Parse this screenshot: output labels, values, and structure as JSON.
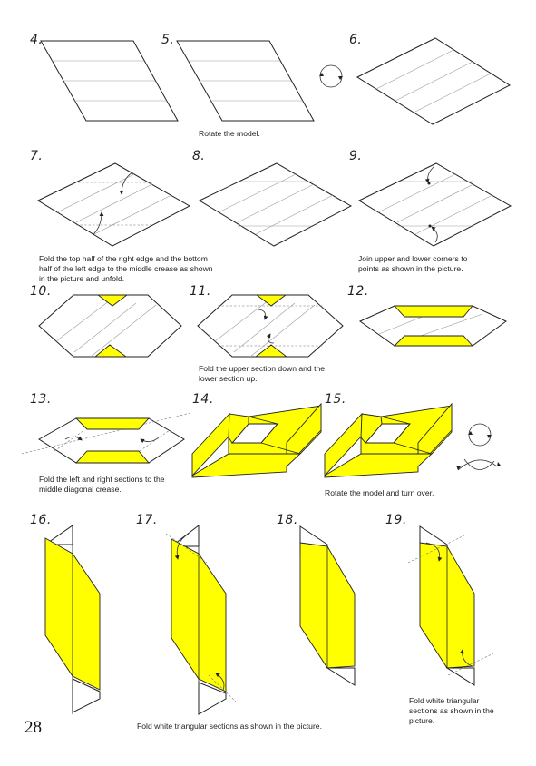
{
  "page_number": "28",
  "steps": [
    {
      "num": "4."
    },
    {
      "num": "5."
    },
    {
      "num": "6."
    },
    {
      "num": "7."
    },
    {
      "num": "8."
    },
    {
      "num": "9."
    },
    {
      "num": "10."
    },
    {
      "num": "11."
    },
    {
      "num": "12."
    },
    {
      "num": "13."
    },
    {
      "num": "14."
    },
    {
      "num": "15."
    },
    {
      "num": "16."
    },
    {
      "num": "17."
    },
    {
      "num": "18."
    },
    {
      "num": "19."
    }
  ],
  "captions": {
    "rotate": "Rotate the model.",
    "step7": "Fold the top half of the right edge and the bottom half of the left edge  to the middle crease as shown in the picture and unfold.",
    "step9": "Join upper and lower corners to points as shown in the picture.",
    "step11": "Fold the upper section down and the lower section up.",
    "step13": "Fold the left  and  right sections to the middle diagonal crease.",
    "step15": "Rotate the model and turn over.",
    "step16_18": "Fold white triangular sections as shown in the picture.",
    "step19": "Fold white triangular sections as shown in the picture."
  },
  "colors": {
    "paper_yellow": "#ffff00",
    "outline": "#222222",
    "crease": "#9a9a9a"
  }
}
